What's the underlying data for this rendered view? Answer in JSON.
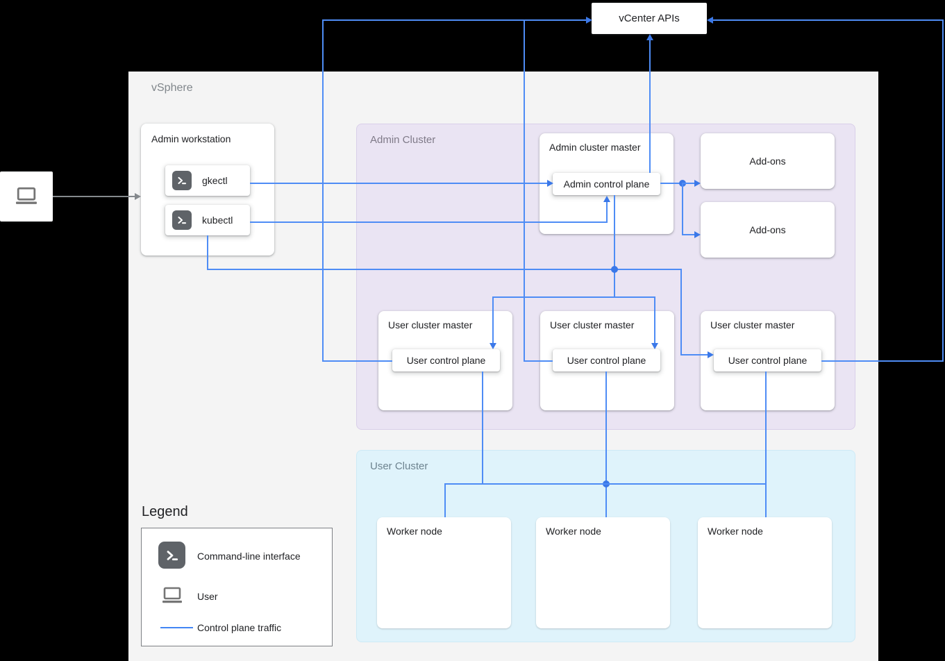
{
  "vcenter": {
    "label": "vCenter APIs"
  },
  "vsphere": {
    "label": "vSphere",
    "admin_workstation": {
      "title": "Admin workstation",
      "tools": [
        {
          "icon": "terminal-icon",
          "label": "gkectl"
        },
        {
          "icon": "terminal-icon",
          "label": "kubectl"
        }
      ]
    },
    "admin_cluster": {
      "label": "Admin Cluster",
      "master": {
        "title": "Admin cluster master",
        "control_plane": "Admin control plane"
      },
      "addons": [
        {
          "label": "Add-ons"
        },
        {
          "label": "Add-ons"
        }
      ],
      "user_cluster_masters": [
        {
          "title": "User cluster master",
          "control_plane": "User control plane"
        },
        {
          "title": "User cluster master",
          "control_plane": "User control plane"
        },
        {
          "title": "User cluster master",
          "control_plane": "User control plane"
        }
      ]
    },
    "user_cluster": {
      "label": "User Cluster",
      "worker_nodes": [
        {
          "label": "Worker node"
        },
        {
          "label": "Worker node"
        },
        {
          "label": "Worker node"
        }
      ]
    }
  },
  "user_source": {
    "icon": "laptop-icon"
  },
  "legend": {
    "title": "Legend",
    "items": [
      {
        "icon": "terminal-icon",
        "label": "Command-line interface"
      },
      {
        "icon": "laptop-icon",
        "label": "User"
      },
      {
        "icon": "control-plane-traffic-line",
        "label": "Control plane traffic"
      }
    ]
  },
  "colors": {
    "control_plane_traffic": "#4285f4",
    "arrow_and_dot": "#3b78e8",
    "vsphere_bg": "#f4f4f4",
    "admin_cluster_bg": "#eae4f3",
    "user_cluster_bg": "#dff3fb",
    "terminal_icon_bg": "#5f6368",
    "page_bg": "#000000"
  }
}
